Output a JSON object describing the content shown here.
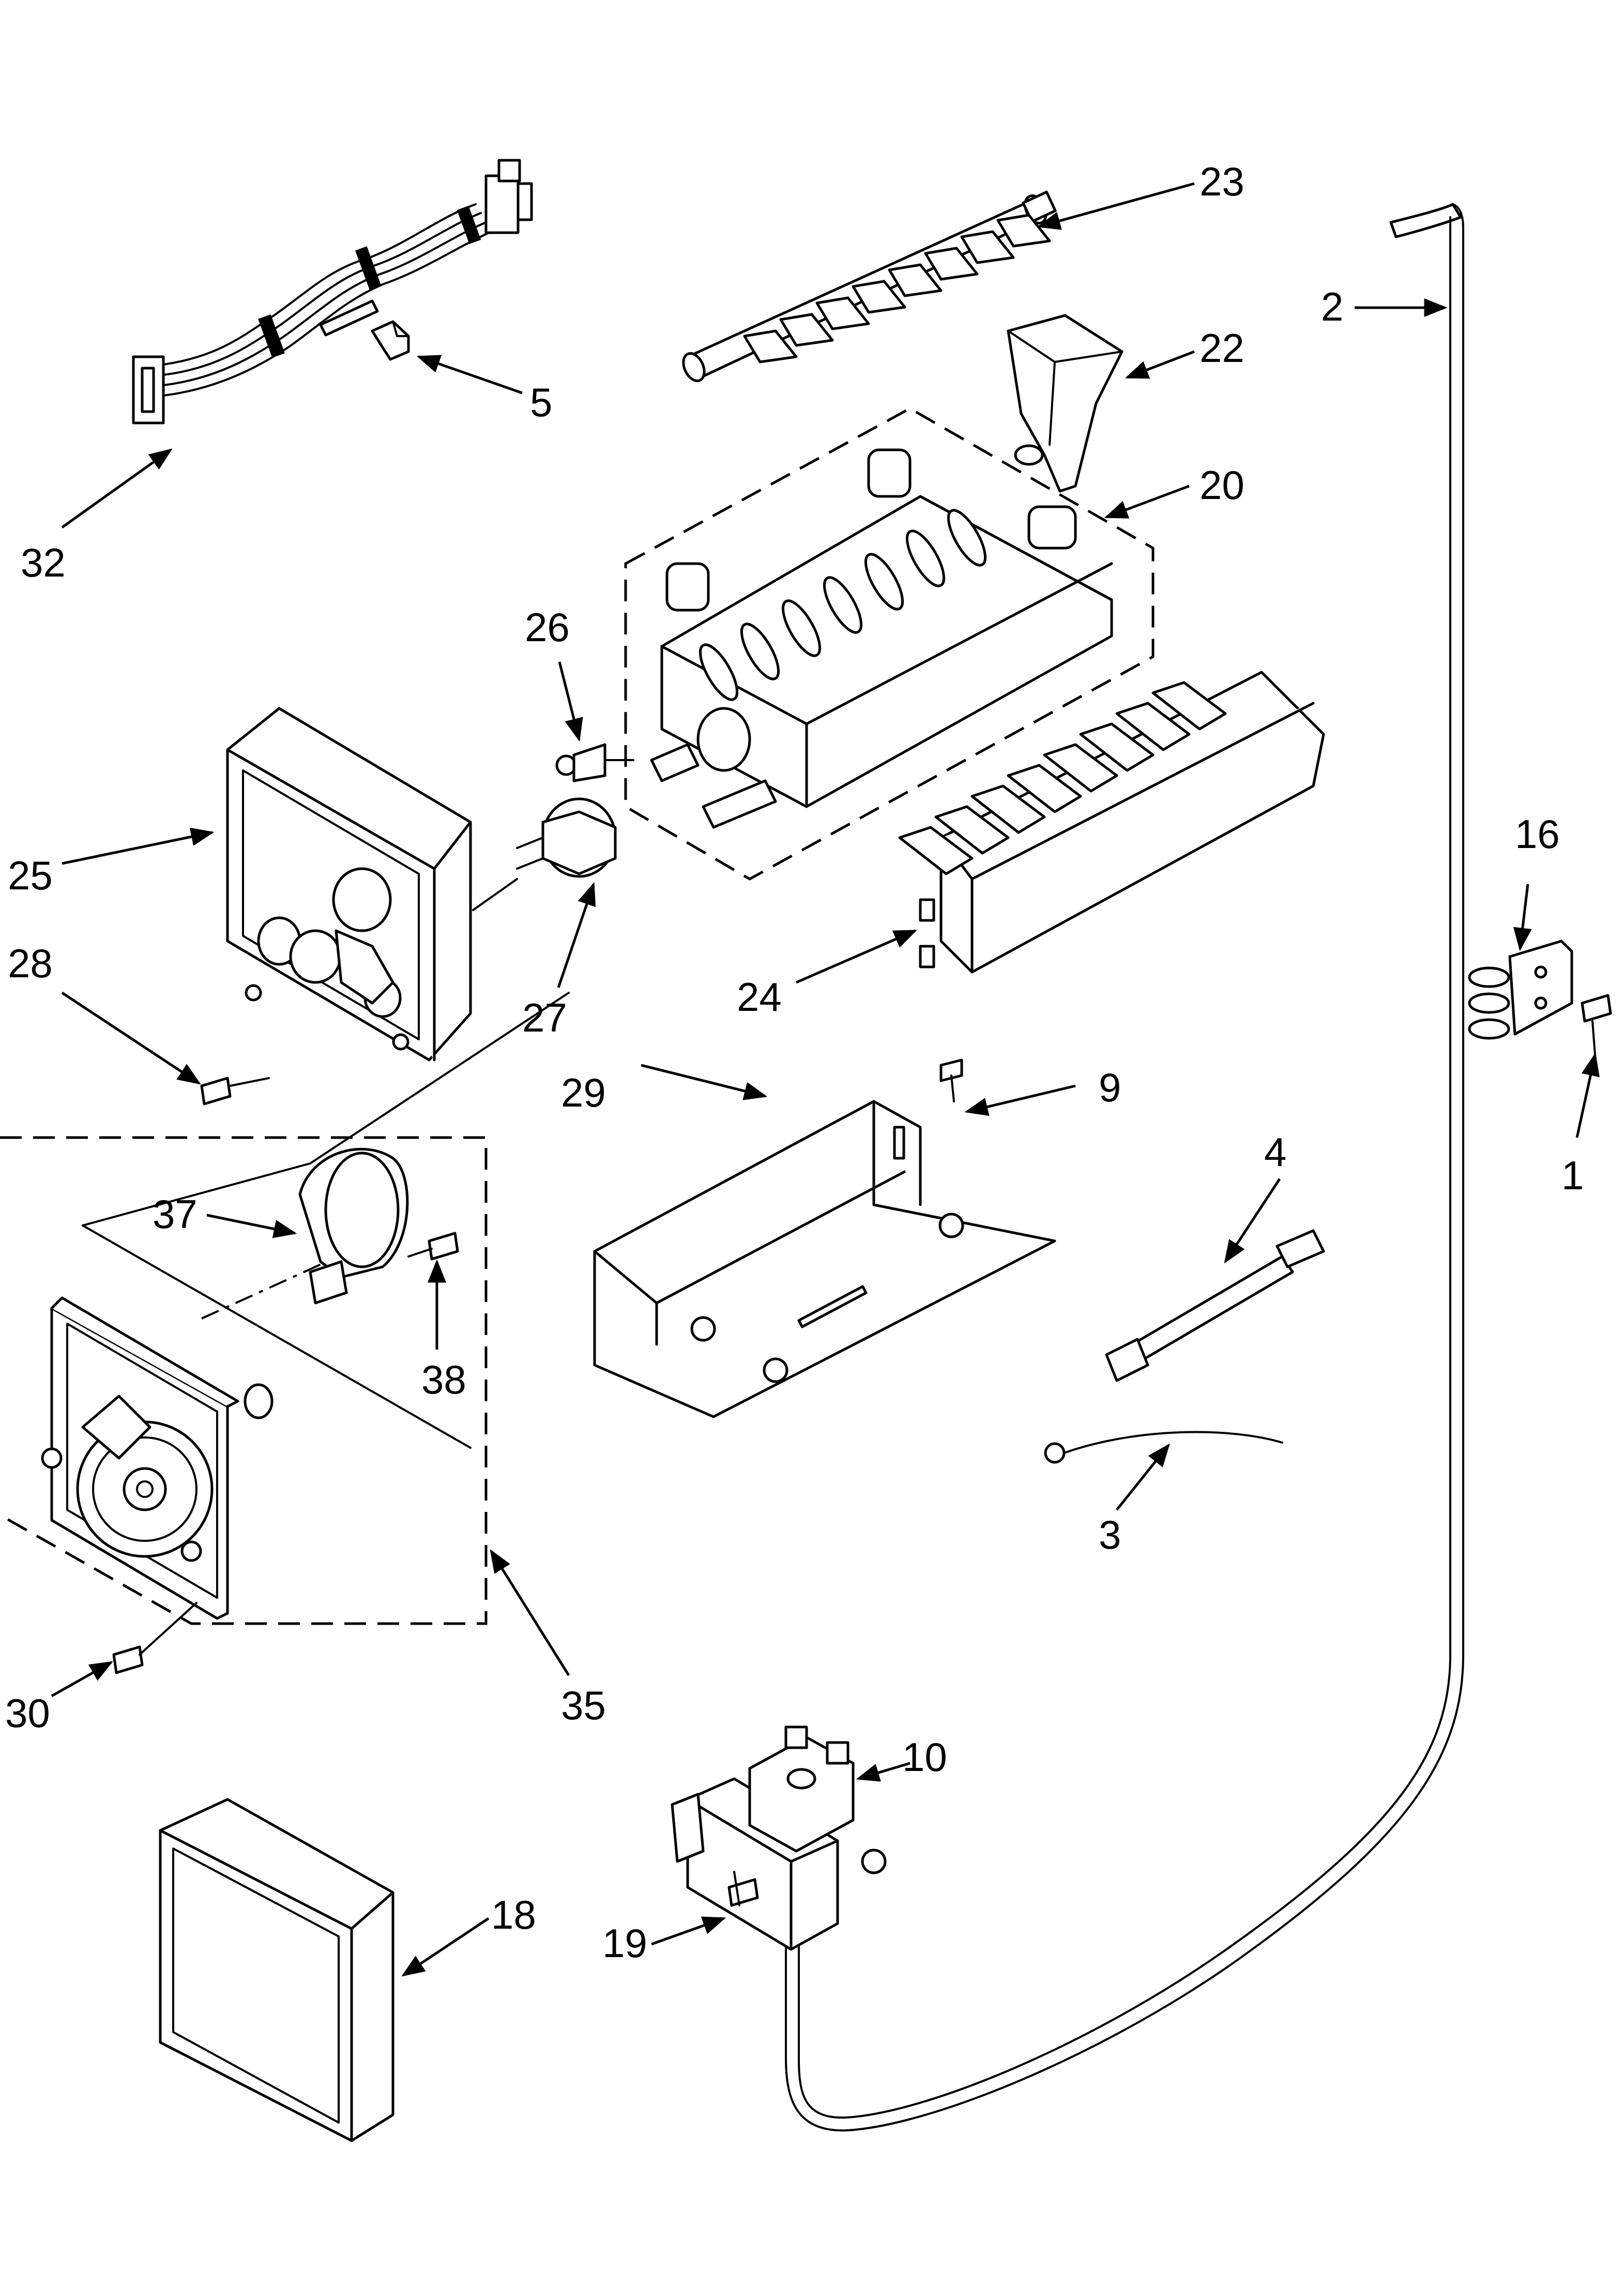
{
  "diagram": {
    "callouts": [
      {
        "id": "c23",
        "label": "23"
      },
      {
        "id": "c2",
        "label": "2"
      },
      {
        "id": "c22",
        "label": "22"
      },
      {
        "id": "c5",
        "label": "5"
      },
      {
        "id": "c32",
        "label": "32"
      },
      {
        "id": "c20",
        "label": "20"
      },
      {
        "id": "c26",
        "label": "26"
      },
      {
        "id": "c25",
        "label": "25"
      },
      {
        "id": "c16",
        "label": "16"
      },
      {
        "id": "c28",
        "label": "28"
      },
      {
        "id": "c27",
        "label": "27"
      },
      {
        "id": "c24",
        "label": "24"
      },
      {
        "id": "c29",
        "label": "29"
      },
      {
        "id": "c9",
        "label": "9"
      },
      {
        "id": "c4",
        "label": "4"
      },
      {
        "id": "c1",
        "label": "1"
      },
      {
        "id": "c37",
        "label": "37"
      },
      {
        "id": "c38",
        "label": "38"
      },
      {
        "id": "c3",
        "label": "3"
      },
      {
        "id": "c30",
        "label": "30"
      },
      {
        "id": "c35",
        "label": "35"
      },
      {
        "id": "c10",
        "label": "10"
      },
      {
        "id": "c18",
        "label": "18"
      },
      {
        "id": "c19",
        "label": "19"
      }
    ]
  }
}
